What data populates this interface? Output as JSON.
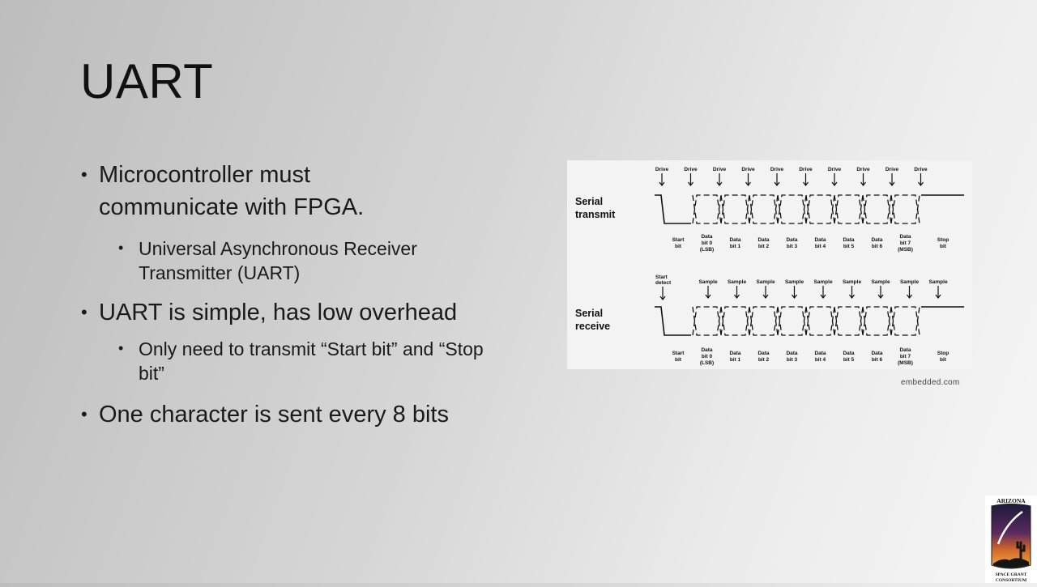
{
  "slide": {
    "title": "UART",
    "bullets": [
      {
        "text": "Microcontroller must communicate with FPGA.",
        "sub": [
          "Universal Asynchronous Receiver Transmitter (UART)"
        ]
      },
      {
        "text": "UART is simple, has low overhead",
        "sub": [
          "Only need to transmit “Start bit” and “Stop bit”"
        ]
      },
      {
        "text": "One character is sent every 8 bits",
        "sub": []
      }
    ],
    "credit": "embedded.com"
  },
  "diagram": {
    "transmit": {
      "label_line1": "Serial",
      "label_line2": "transmit",
      "marker": "Drive",
      "marker_count": 10
    },
    "receive": {
      "label_line1": "Serial",
      "label_line2": "receive",
      "start_detect": [
        "Start",
        "detect"
      ],
      "marker": "Sample",
      "marker_count": 9
    },
    "bit_labels": [
      [
        "Start",
        "bit"
      ],
      [
        "Data",
        "bit 0",
        "(LSB)"
      ],
      [
        "Data",
        "bit 1"
      ],
      [
        "Data",
        "bit 2"
      ],
      [
        "Data",
        "bit 3"
      ],
      [
        "Data",
        "bit 4"
      ],
      [
        "Data",
        "bit 5"
      ],
      [
        "Data",
        "bit 6"
      ],
      [
        "Data",
        "bit 7",
        "(MSB)"
      ],
      [
        "Stop",
        "bit"
      ]
    ]
  },
  "logo": {
    "top_text": "ARIZONA",
    "bottom_text_1": "SPACE GRANT",
    "bottom_text_2": "CONSORTIUM"
  }
}
